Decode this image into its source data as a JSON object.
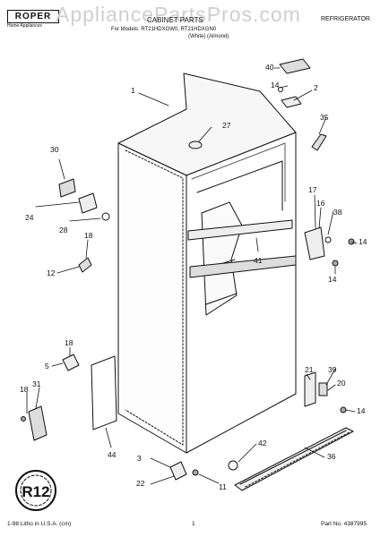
{
  "header": {
    "brand": "ROPER",
    "brand_sub": "Home Appliances",
    "watermark": "AppliancePartsPros.com",
    "section_title": "CABINET PARTS",
    "models_line": "For Models: RT21HDXGW0, RT21HDXGN0",
    "colors_line": "(White)              (Almond)",
    "category": "REFRIGERATOR"
  },
  "footer": {
    "print_info": "1-98 Litho in U.S.A. (cm)",
    "page": "1",
    "part_no": "Part No. 4387995"
  },
  "badge": {
    "text": "R12"
  },
  "callouts": [
    "1",
    "2",
    "3",
    "5",
    "11",
    "12",
    "14",
    "14",
    "14",
    "14",
    "16",
    "17",
    "18",
    "18",
    "18",
    "20",
    "21",
    "22",
    "24",
    "27",
    "28",
    "30",
    "31",
    "35",
    "36",
    "38",
    "39",
    "40",
    "41",
    "42",
    "44"
  ]
}
